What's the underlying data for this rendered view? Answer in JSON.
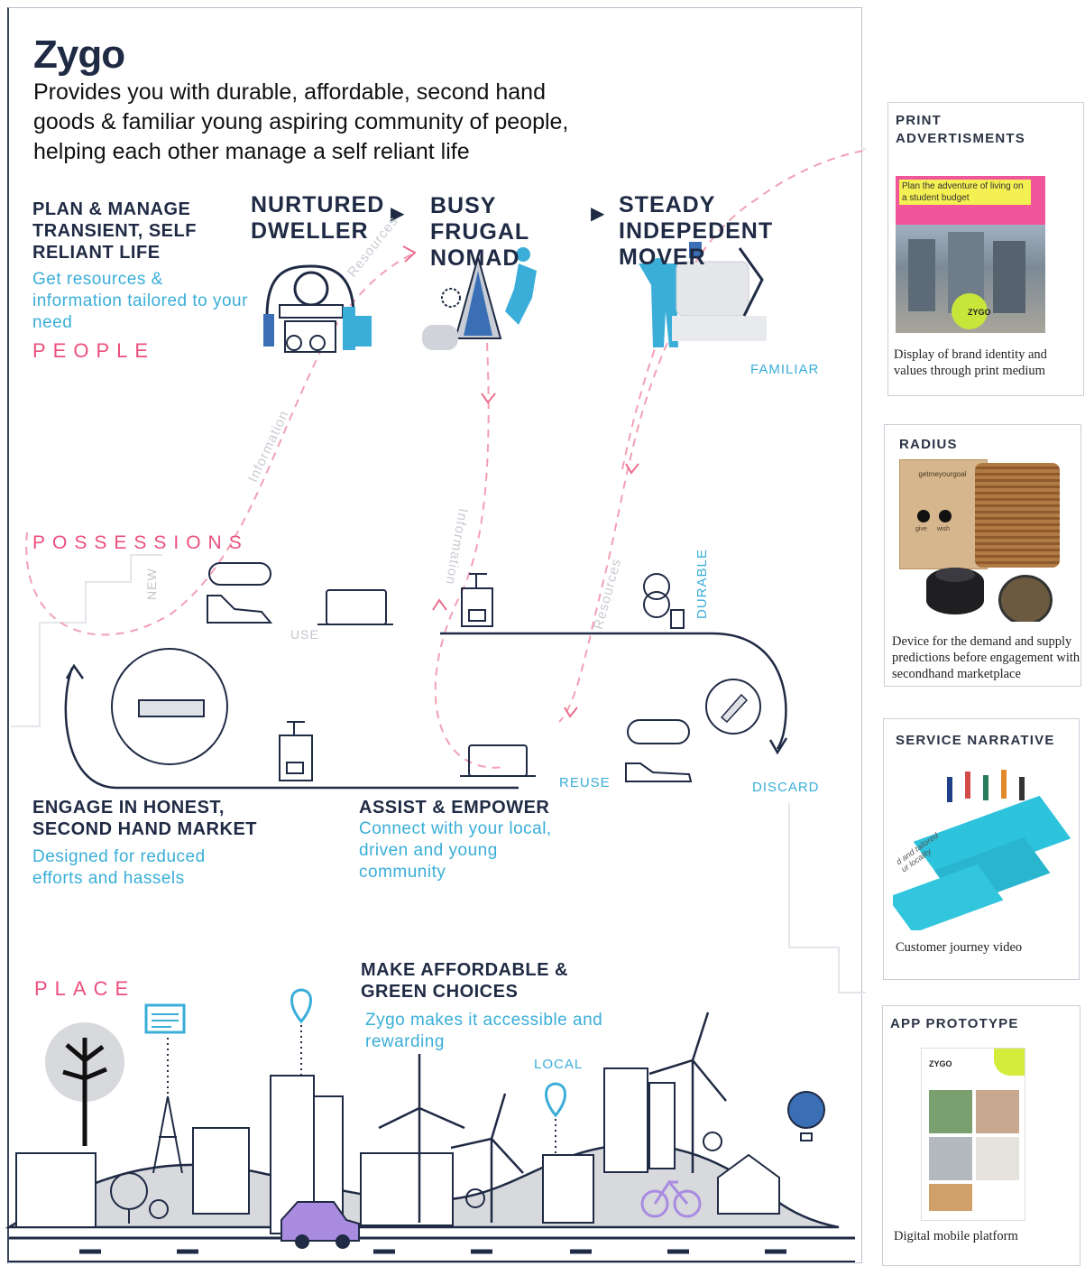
{
  "poster": {
    "brand": "Zygo",
    "tagline": "Provides you with durable, affordable, second hand goods & familiar young aspiring community of people, helping each other manage a self reliant life",
    "plan": {
      "heading": "PLAN & MANAGE TRANSIENT, SELF RELIANT LIFE",
      "sub": "Get resources & information tailored to your need"
    },
    "people_label": "PEOPLE",
    "personas": [
      "NURTURED DWELLER",
      "BUSY FRUGAL NOMAD",
      "STEADY INDEPEDENT MOVER"
    ],
    "familiar_label": "FAMILIAR",
    "possessions_label": "POSSESSIONS",
    "labels": {
      "new": "NEW",
      "use": "USE",
      "durable": "DURABLE",
      "reuse": "REUSE",
      "discard": "DISCARD",
      "local": "LOCAL"
    },
    "flow_labels": {
      "resources_1": "Resources",
      "information_1": "Information",
      "information_2": "Information",
      "resources_2": "Resources"
    },
    "engage": {
      "heading": "ENGAGE IN HONEST, SECOND HAND MARKET",
      "sub": "Designed for reduced efforts and hassels"
    },
    "assist": {
      "heading": "ASSIST & EMPOWER",
      "sub": "Connect with your local, driven and young community"
    },
    "place_label": "PLACE",
    "green": {
      "heading": "MAKE  AFFORDABLE & GREEN CHOICES",
      "sub": "Zygo makes it accessible and rewarding"
    }
  },
  "cards": [
    {
      "title": "PRINT ADVERTISMENTS",
      "poster_text": "Plan the adventure of living on a student budget",
      "logo_text": "ZYGO",
      "caption": "Display of brand identity and values through print medium"
    },
    {
      "title": "RADIUS",
      "device_text": "getmeyourgoal",
      "device_labels": [
        "give",
        "wish"
      ],
      "caption": "Device for the demand and supply predictions before engagement with secondhand marketplace"
    },
    {
      "title": "SERVICE NARRATIVE",
      "overlay_text": "d and tailored ur locality",
      "caption": "Customer journey video"
    },
    {
      "title": "APP PROTOTYPE",
      "app_name": "ZYGO",
      "caption": "Digital mobile platform"
    }
  ],
  "colors": {
    "navy": "#1f2a44",
    "blue": "#3aaed8",
    "pink": "#ec4f7d",
    "grey": "#c2c6cc",
    "purple": "#a98be0"
  }
}
